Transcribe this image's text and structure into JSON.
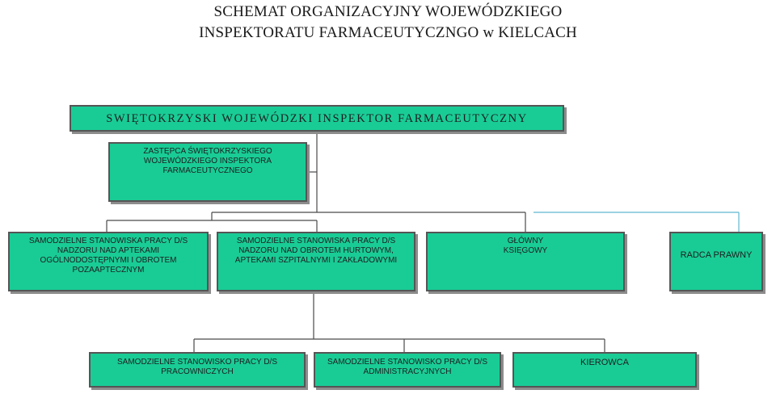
{
  "title": {
    "line1": "SCHEMAT ORGANIZACYJNY WOJEWÓDZKIEGO",
    "line2": "INSPEKTORATU FARMACEUTYCZNGO w KIELCACH"
  },
  "colors": {
    "box_fill": "#19cc96",
    "box_border": "#555555",
    "line": "#4a4a4a",
    "advisory_line": "#5fb8d0"
  },
  "nodes": {
    "inspector": "SWIĘTOKRZYSKI WOJEWÓDZKI INSPEKTOR FARMACEUTYCZNY",
    "deputy": "ZASTĘPCA ŚWIĘTOKRZYSKIEGO WOJEWÓDZKIEGO INSPEKTORA FARMACEUTYCZNEGO",
    "supervision_pharmacies": "SAMODZIELNE STANOWISKA PRACY D/S NADZORU NAD APTEKAMI OGÓLNODOSTĘPNYMI I OBROTEM POZAAPTECZNYM",
    "supervision_wholesale": "SAMODZIELNE STANOWISKA PRACY D/S NADZORU NAD OBROTEM HURTOWYM, APTEKAMI SZPITALNYMI I ZAKŁADOWYMI",
    "chief_accountant": "GŁÓWNY KSIĘGOWY",
    "legal_advisor": "RADCA PRAWNY",
    "personnel": "SAMODZIELNE STANOWISKO PRACY D/S PRACOWNICZYCH",
    "administrative": "SAMODZIELNE STANOWISKO PRACY D/S ADMINISTRACYJNYCH",
    "driver": "KIEROWCA"
  }
}
